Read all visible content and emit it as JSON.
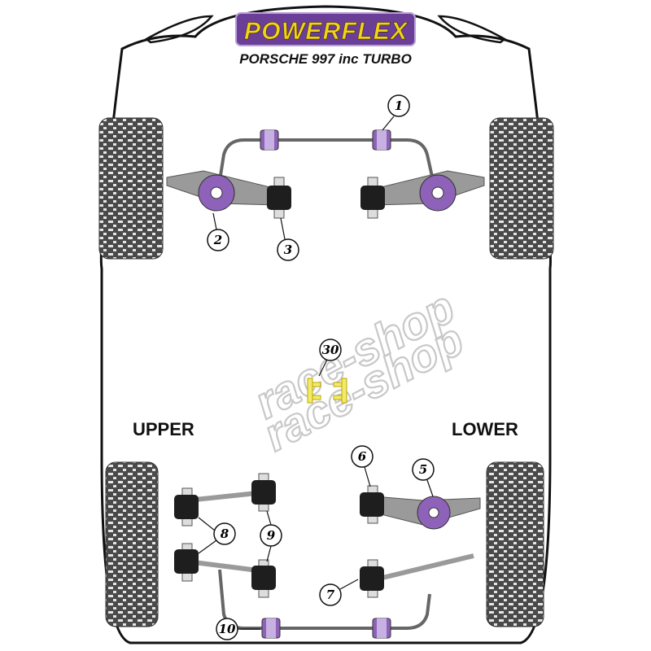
{
  "logo": {
    "brand": "POWERFLEX",
    "colors": {
      "purple": "#6b3f98",
      "yellow": "#f2d21b"
    }
  },
  "subtitle": "PORSCHE 997 inc TURBO",
  "sections": {
    "upper": "UPPER",
    "lower": "LOWER"
  },
  "watermark": "race-shop",
  "callouts": {
    "c1": "1",
    "c2": "2",
    "c3": "3",
    "c5": "5",
    "c6": "6",
    "c7": "7",
    "c8": "8",
    "c9": "9",
    "c10": "10",
    "c30": "30"
  },
  "colors": {
    "bush_purple": "#8e62b8",
    "bush_black": "#1e1e1e",
    "arm_grey": "#9a9a9a",
    "tyre": "#555555",
    "bumpstop_yellow": "#f3ea6a"
  }
}
